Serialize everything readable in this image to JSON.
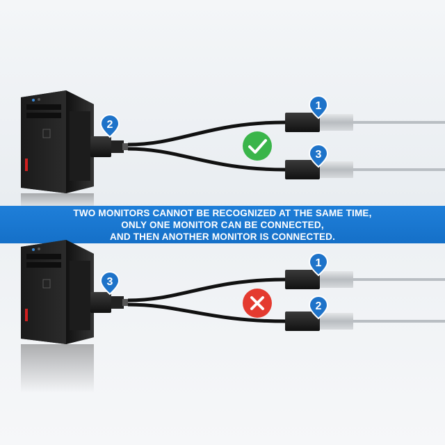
{
  "banner": {
    "line1": "TWO MONITORS CANNOT BE RECOGNIZED AT THE SAME TIME,",
    "line2": "ONLY ONE MONITOR CAN BE CONNECTED,",
    "line3": "AND THEN ANOTHER MONITOR IS CONNECTED."
  },
  "top_scene": {
    "status_icon": "check-icon",
    "status_color": "#3ab54a",
    "pin_pc": "2",
    "pin_monitor_a": "1",
    "pin_monitor_b": "3"
  },
  "bottom_scene": {
    "status_icon": "cross-icon",
    "status_color": "#e43a2f",
    "pin_pc": "3",
    "pin_monitor_a": "1",
    "pin_monitor_b": "2"
  },
  "colors": {
    "banner": "#1a78d2",
    "pin": "#1e73c9"
  }
}
